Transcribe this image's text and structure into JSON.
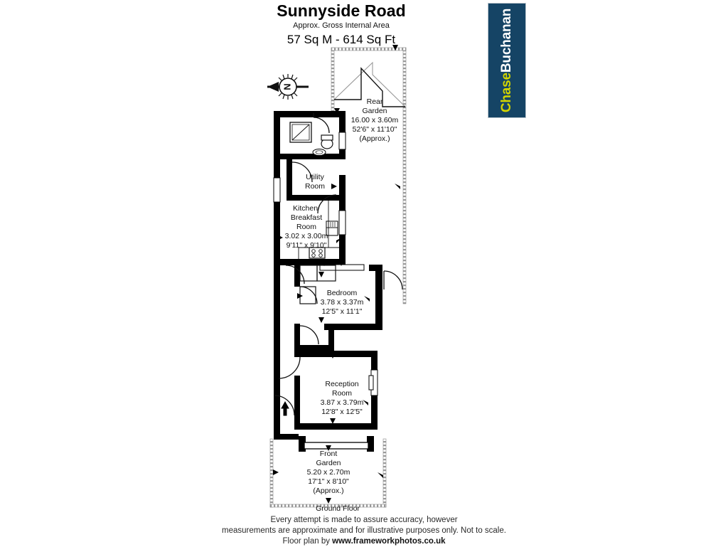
{
  "header": {
    "title": "Sunnyside Road",
    "subtitle": "Approx. Gross Internal Area",
    "area": "57 Sq M  -  614 Sq Ft"
  },
  "brand": {
    "name_part1": "Chase",
    "name_part2": "Buchanan",
    "background_color": "#154465",
    "part1_color": "#d3d400",
    "part2_color": "#ffffff"
  },
  "compass": {
    "label": "N",
    "direction": "north-points-left"
  },
  "plan": {
    "floor_label": "Ground Floor",
    "rooms": [
      {
        "id": "rear_garden",
        "name_line1": "Rear",
        "name_line2": "Garden",
        "metric": "16.00 x 3.60m",
        "imperial": "52'6\" x 11'10\"",
        "note": "(Approx.)"
      },
      {
        "id": "utility_room",
        "name_line1": "Utility",
        "name_line2": "Room",
        "metric": "",
        "imperial": "",
        "note": ""
      },
      {
        "id": "kitchen_breakfast",
        "name_line1": "Kitchen/",
        "name_line2": "Breakfast",
        "name_line3": "Room",
        "metric": "3.02 x 3.00m",
        "imperial": "9'11\" x 9'10\"",
        "note": ""
      },
      {
        "id": "bedroom",
        "name_line1": "Bedroom",
        "metric": "3.78 x 3.37m",
        "imperial": "12'5\" x 11'1\"",
        "note": ""
      },
      {
        "id": "reception_room",
        "name_line1": "Reception",
        "name_line2": "Room",
        "metric": "3.87 x 3.79m",
        "imperial": "12'8\" x 12'5\"",
        "note": ""
      },
      {
        "id": "front_garden",
        "name_line1": "Front",
        "name_line2": "Garden",
        "metric": "5.20 x 2.70m",
        "imperial": "17'1\" x 8'10\"",
        "note": "(Approx.)"
      }
    ]
  },
  "footer": {
    "line1": "Every attempt is made to assure accuracy, however",
    "line2": "measurements are approximate and for illustrative purposes only. Not to scale.",
    "credit_prefix": "Floor plan by",
    "credit_url": "www.frameworkphotos.co.uk"
  }
}
